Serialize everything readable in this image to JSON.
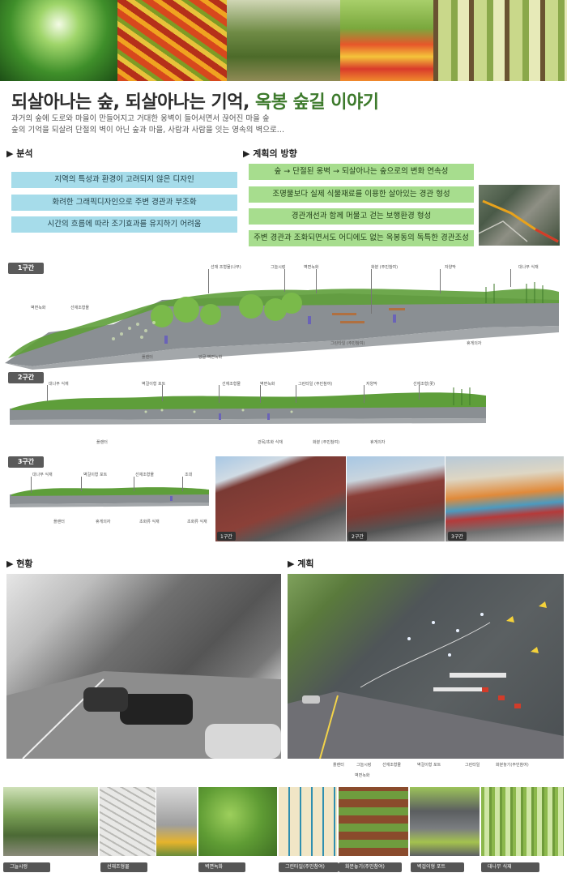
{
  "header_photos": [
    {
      "icon": "forest-canopy-photo"
    },
    {
      "icon": "autumn-leaves-photo"
    },
    {
      "icon": "woman-in-forest-photo"
    },
    {
      "icon": "tulip-field-child-photo"
    },
    {
      "icon": "forest-path-couple-photo"
    }
  ],
  "title": {
    "main": "되살아나는 숲, 되살아나는 기억, ",
    "highlight": "옥봉 숲길 이야기"
  },
  "intro": [
    "과거의 숲에 도로와 마을이 만들어지고 거대한 옹벽이 들어서면서 끊어진 마을 숲",
    "숲의 기억을 되살려 단절의 벽이 아닌 숲과 마을, 사람과 사람을 잇는 영속의 벽으로…"
  ],
  "analysis": {
    "heading": "▶ 분석",
    "items": [
      "지역의 특성과 환경이 고려되지 않은 디자인",
      "화려한 그래픽디자인으로 주변 경관과 부조화",
      "시간의 흐름에 따라  조기효과를 유지하기 어려움"
    ]
  },
  "direction": {
    "heading": "▶ 계획의 방향",
    "items": [
      "숲 → 단절된 옹벽 → 되살아나는 숲으로의 변화 연속성",
      "조명물보다 실제 식물재료를 이용한 살아있는 경관 형성",
      "경관개선과 함께 머물고 걷는 보행환경 형성",
      "주변 경관과 조화되면서도 어디에도 없는 옥봉동의 독특한 경관조성"
    ]
  },
  "zone1": {
    "tag": "1구간",
    "labels_top": [
      "선재 조형물(나무)",
      "그늘시렁",
      "벽면녹화",
      "화분 (주민참여)",
      "자양막",
      "대나무 식재"
    ],
    "labels_left": [
      "벽면녹화",
      "선재조형물"
    ],
    "labels_bottom": [
      "플랜터",
      "앙글 벽면녹화",
      "그린타일 (주민참여)",
      "휴게의자"
    ]
  },
  "zone2": {
    "tag": "2구간",
    "labels_top": [
      "대나무 식재",
      "벽걸이형 포트",
      "선재조형물",
      "벽면녹화",
      "그린타일 (주민참여)",
      "자양막",
      "선재조형(꽃)"
    ],
    "labels_bottom": [
      "플랜터",
      "관목/초화 식재",
      "화분 (주민참여)",
      "휴게의자"
    ]
  },
  "zone3": {
    "tag": "3구간",
    "labels_top": [
      "대나무 식재",
      "벽걸이형 포트",
      "선재조형물",
      "조대"
    ],
    "labels_bottom": [
      "플랜터",
      "휴게의자",
      "초화류 식재",
      "초화류 식재"
    ]
  },
  "site_photos": [
    "1구간",
    "2구간",
    "3구간"
  ],
  "current": {
    "heading": "▶ 현황"
  },
  "plan": {
    "heading": "▶ 계획",
    "labels": [
      "플랜터",
      "그늘시렁",
      "선재조형물",
      "벽걸이형 포트",
      "그린타일",
      "화분놓기(주민참여)",
      "벽면녹화"
    ]
  },
  "gallery": [
    "그늘시렁",
    "선재조형물",
    "벽면녹화",
    "그린타일(주민참여)",
    "화분놓기(주민참여)",
    "벽걸이형 포트",
    "대나무 식재"
  ]
}
